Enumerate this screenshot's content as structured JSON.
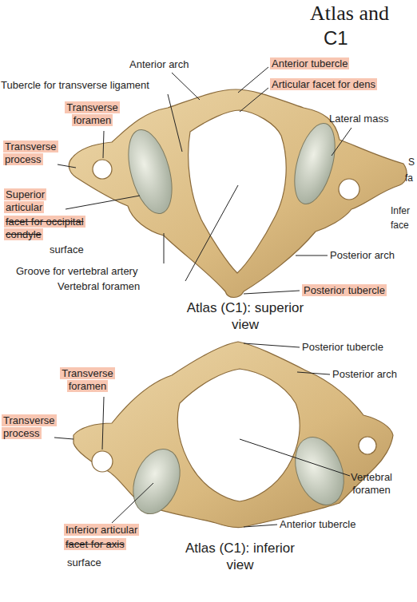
{
  "diagram": {
    "title": "Atlas and",
    "labels": [
      "C1",
      "Anterior arch",
      "Anterior tubercle",
      "Tubercle for transverse ligament",
      "Articular facet for dens",
      "Transverse foramen",
      "Lateral mass",
      "Transverse process",
      "Superior articular",
      "facet for occipital condyle",
      "surface",
      "Groove for vertebral artery",
      "Vertebral foramen",
      "Posterior arch",
      "Posterior tubercle",
      "Atlas (C1): superior view",
      "S",
      "fa",
      "Infer",
      "face",
      "Posterior tubercle",
      "Posterior arch",
      "Transverse foramen",
      "Transverse process",
      "Vertebral foramen",
      "Anterior tubercle",
      "Inferior articular",
      "facet for axis",
      "surface",
      "Atlas (C1): inferior view"
    ]
  }
}
